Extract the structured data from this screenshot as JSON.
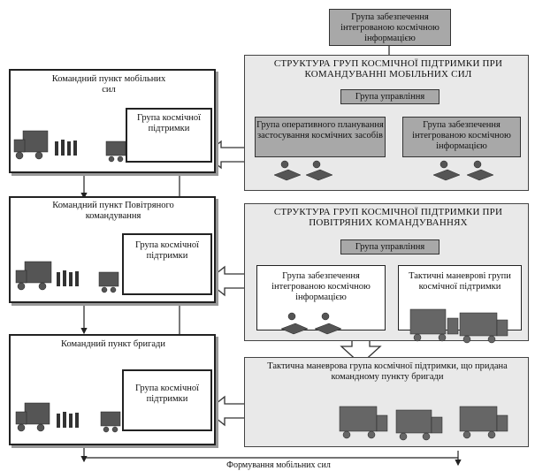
{
  "top_label": "Група забезпечення інтегрованою космічною інформацією",
  "rows": [
    {
      "command_post": "Командний пункт мобільних сил",
      "support_group": "Група космічної підтримки"
    },
    {
      "command_post": "Командний пункт Повітряного командування",
      "support_group": "Група космічної підтримки"
    },
    {
      "command_post": "Командний пункт бригади",
      "support_group": "Група космічної підтримки"
    }
  ],
  "structure_mobile": {
    "title": "СТРУКТУРА ГРУП КОСМІЧНОЇ ПІДТРИМКИ ПРИ КОМАНДУВАННІ МОБІЛЬНИХ СИЛ",
    "management": "Група управління",
    "left": "Група оперативного планування застосування космічних засобів",
    "right": "Група забезпечення інтегрованою космічною інформацією"
  },
  "structure_air": {
    "title": "СТРУКТУРА ГРУП КОСМІЧНОЇ ПІДТРИМКИ ПРИ ПОВІТРЯНИХ КОМАНДУВАННЯХ",
    "management": "Група управління",
    "left": "Група забезпечення інтегрованою космічною інформацією",
    "right": "Тактичні маневрові групи космічної підтримки"
  },
  "brigade_group": "Тактична маневрова група космічної підтримки, що придана командному пункту бригади",
  "bottom_label": "Формування мобільних сил"
}
